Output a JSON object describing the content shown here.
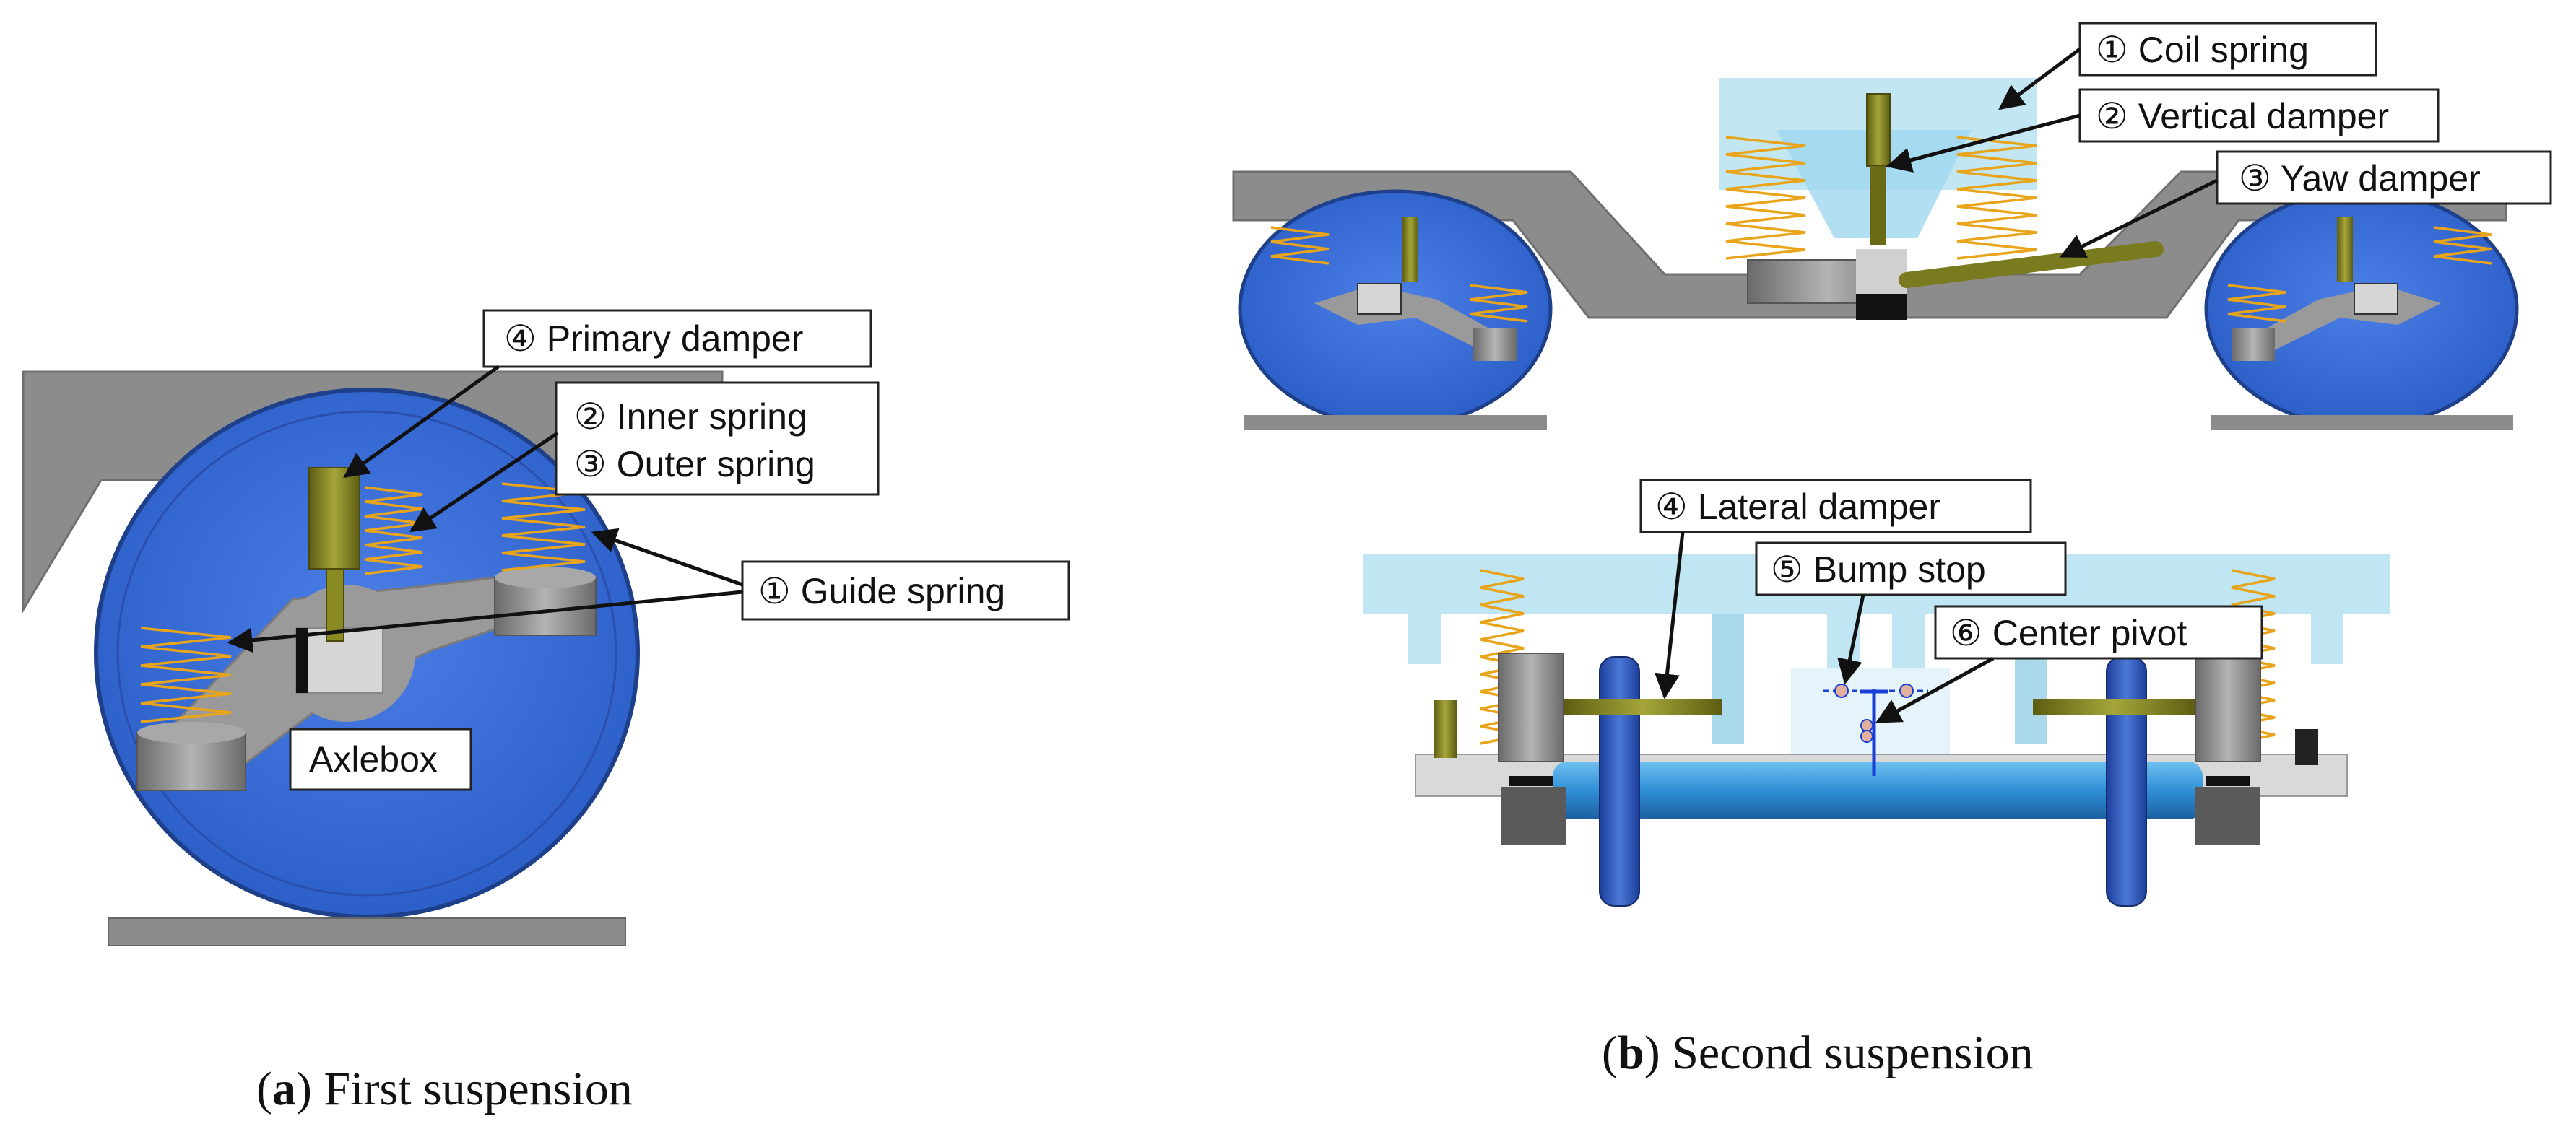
{
  "panel_a": {
    "labels": {
      "primary_damper": "④ Primary damper",
      "inner_spring": "② Inner spring",
      "outer_spring": "③ Outer spring",
      "guide_spring": "① Guide spring",
      "axlebox": "Axlebox"
    },
    "caption": {
      "letter": "a",
      "open": "(",
      "close": ")",
      "text": " First suspension"
    }
  },
  "panel_b": {
    "labels": {
      "coil_spring": "① Coil spring",
      "vertical_damper": "② Vertical damper",
      "yaw_damper": "③ Yaw damper",
      "lateral_damper": "④ Lateral damper",
      "bump_stop": "⑤ Bump stop",
      "center_pivot": "⑥ Center pivot"
    },
    "caption": {
      "letter": "b",
      "open": "(",
      "close": ")",
      "text": " Second suspension"
    }
  },
  "colors": {
    "wheel_blue": "#3b6fd6",
    "frame_gray": "#8c8c8c",
    "spring_orange": "#e8a41a",
    "damper_olive": "#7a7a1e",
    "body_lightblue": "#bfe6f2",
    "axle_blue": "#2f8fd6"
  }
}
